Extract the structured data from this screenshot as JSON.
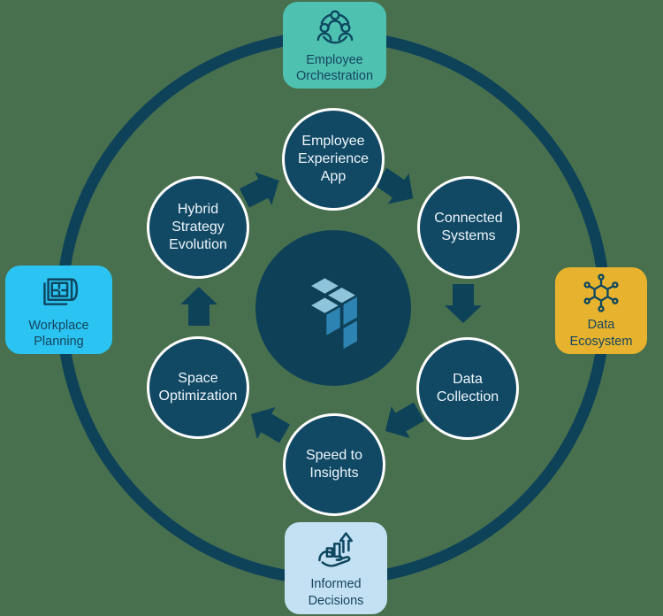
{
  "diagram_title": "Workplace cycle diagram",
  "flow_direction": "clockwise",
  "center": {
    "logo": "vergesense-cubes-logo"
  },
  "nodes": [
    {
      "label": "Employee\nExperience\nApp"
    },
    {
      "label": "Connected\nSystems"
    },
    {
      "label": "Data\nCollection"
    },
    {
      "label": "Speed to\nInsights"
    },
    {
      "label": "Space\nOptimization"
    },
    {
      "label": "Hybrid\nStrategy\nEvolution"
    }
  ],
  "badges": [
    {
      "label": "Employee\nOrchestration",
      "color": "#4ec1b1",
      "icon": "team-circle-icon"
    },
    {
      "label": "Data\nEcosystem",
      "color": "#e7b32e",
      "icon": "data-network-icon"
    },
    {
      "label": "Informed\nDecisions",
      "color": "#c4e1f3",
      "icon": "hand-growth-chart-icon"
    },
    {
      "label": "Workplace\nPlanning",
      "color": "#2bc4f2",
      "icon": "floor-plan-icon"
    }
  ],
  "colors": {
    "background": "#48704e",
    "ring_and_arrows": "#0e4259",
    "node_fill": "#114965",
    "node_border": "#ffffff",
    "node_text": "#eef5fa",
    "center_fill": "#0e4157",
    "logo_light": "#8ec4dc",
    "logo_medium": "#2d84b3",
    "badge_text": "#16455e"
  }
}
